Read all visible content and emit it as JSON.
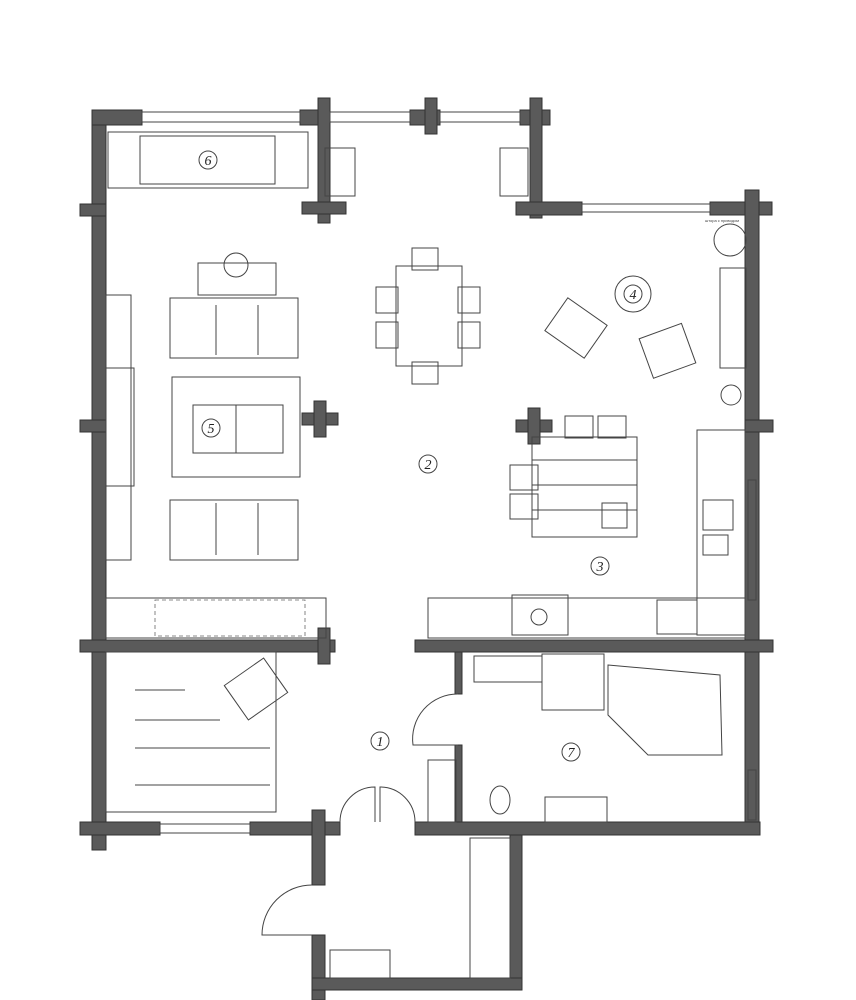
{
  "plan": {
    "rooms": [
      {
        "id": "room-6",
        "number": "6"
      },
      {
        "id": "room-4",
        "number": "4"
      },
      {
        "id": "room-5",
        "number": "5"
      },
      {
        "id": "room-2",
        "number": "2"
      },
      {
        "id": "room-3",
        "number": "3"
      },
      {
        "id": "room-1",
        "number": "1"
      },
      {
        "id": "room-7",
        "number": "7"
      }
    ],
    "note": "штора с приводом",
    "colors": {
      "wall": "#5a5a5a",
      "line": "#444444",
      "background": "#ffffff"
    }
  }
}
